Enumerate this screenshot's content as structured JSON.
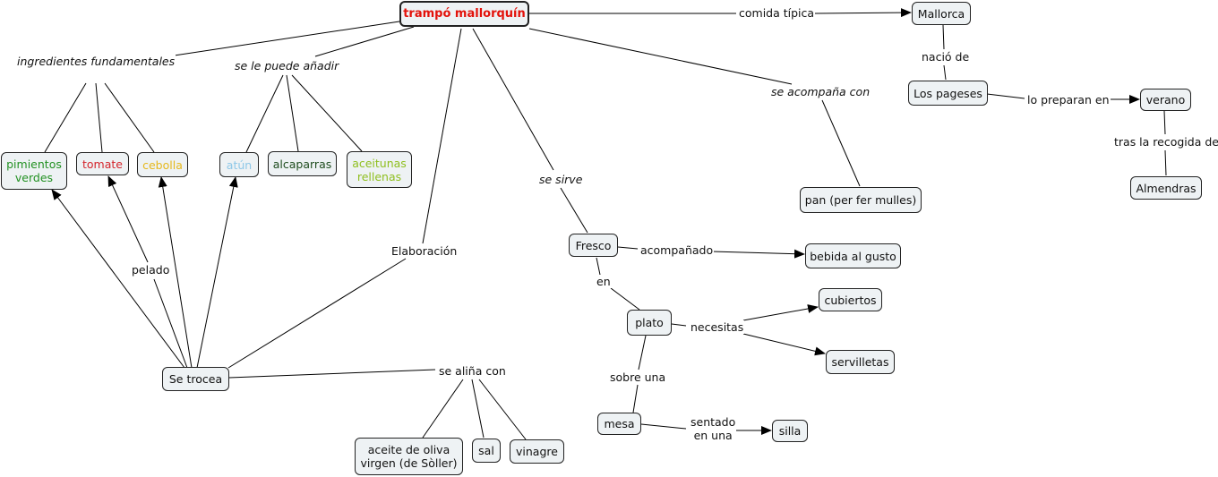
{
  "colors": {
    "node_fill": "#eef2f4",
    "line": "#000000",
    "title_red": "#e3120b",
    "green": "#229122",
    "red": "#d4242b",
    "gold": "#e6b81c",
    "lightblue": "#8ec8e8",
    "darkgreen": "#1f4d1f",
    "olive": "#8fbf1f"
  },
  "nodes": {
    "main": "trampó mallorquín",
    "mallorca": "Mallorca",
    "pageses": "Los pageses",
    "verano": "verano",
    "almendras": "Almendras",
    "pimientos": "pimientos\nverdes",
    "tomate": "tomate",
    "cebolla": "cebolla",
    "atun": "atún",
    "alcaparras": "alcaparras",
    "aceitunas": "aceitunas\nrellenas",
    "pan": "pan (per fer mulles)",
    "fresco": "Fresco",
    "bebida": "bebida al gusto",
    "cubiertos": "cubiertos",
    "plato": "plato",
    "servilletas": "servilletas",
    "setrocea": "Se trocea",
    "mesa": "mesa",
    "silla": "silla",
    "aceite": "aceite de oliva\nvirgen (de Sòller)",
    "sal": "sal",
    "vinagre": "vinagre"
  },
  "links": {
    "comida": "comida típica",
    "nacio": "nació de",
    "preparan": "lo preparan en",
    "recogida": "tras la recogida de",
    "ingredientes": "ingredientes fundamentales",
    "anadir": "se le puede añadir",
    "acompana": "se acompaña con",
    "sirve": "se sirve",
    "elaboracion": "Elaboración",
    "pelado": "pelado",
    "acompanado": "acompañado",
    "en": "en",
    "necesitas": "necesitas",
    "sobreuna": "sobre una",
    "sentado": "sentado\nen una",
    "alina": "se aliña con"
  }
}
